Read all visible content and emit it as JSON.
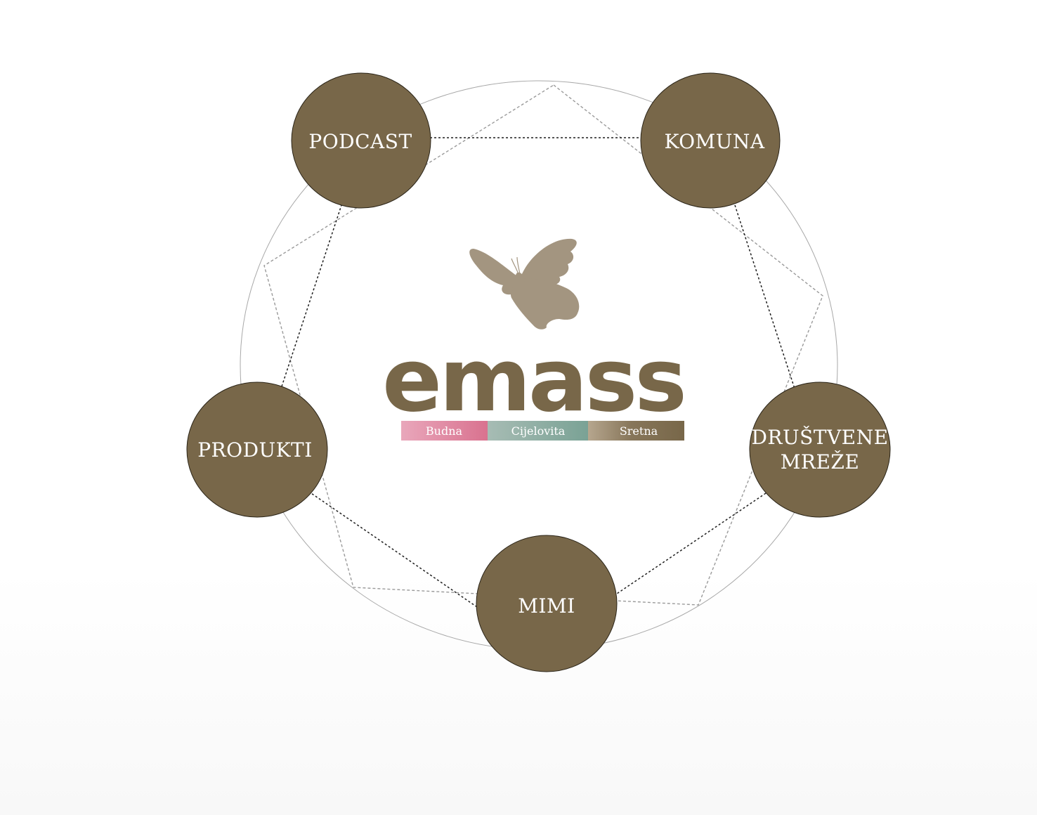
{
  "colors": {
    "node_fill": "#786749",
    "node_stroke": "#2a2418",
    "butterfly": "#a39580",
    "wordmark": "#786749",
    "ring": "#a8a8a8",
    "connector_dark": "#1e1e1e",
    "connector_light": "#9a9a9a",
    "tag_pink": "#dd7f9c",
    "tag_teal": "#87a89b",
    "tag_brown": "#7f6e52"
  },
  "logo": {
    "icon": "butterfly-icon",
    "wordmark": "emass",
    "tagline": [
      "Budna",
      "Cijelovita",
      "Sretna"
    ]
  },
  "nodes": [
    {
      "id": "podcast",
      "lines": [
        "PODCAST"
      ]
    },
    {
      "id": "komuna",
      "lines": [
        "KOMUNA"
      ]
    },
    {
      "id": "drustvene-mreze",
      "lines": [
        "DRUŠTVENE",
        "MREŽE"
      ]
    },
    {
      "id": "mimi",
      "lines": [
        "MIMI"
      ]
    },
    {
      "id": "produkti",
      "lines": [
        "PRODUKTI"
      ]
    }
  ]
}
